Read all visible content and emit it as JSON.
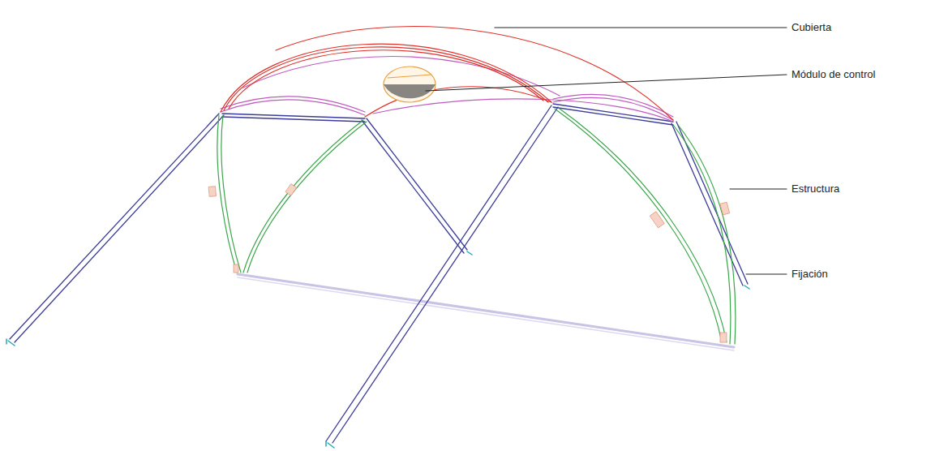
{
  "diagram": {
    "labels": [
      "Cubierta",
      "Módulo de control",
      "Estructura",
      "Fijación"
    ]
  }
}
